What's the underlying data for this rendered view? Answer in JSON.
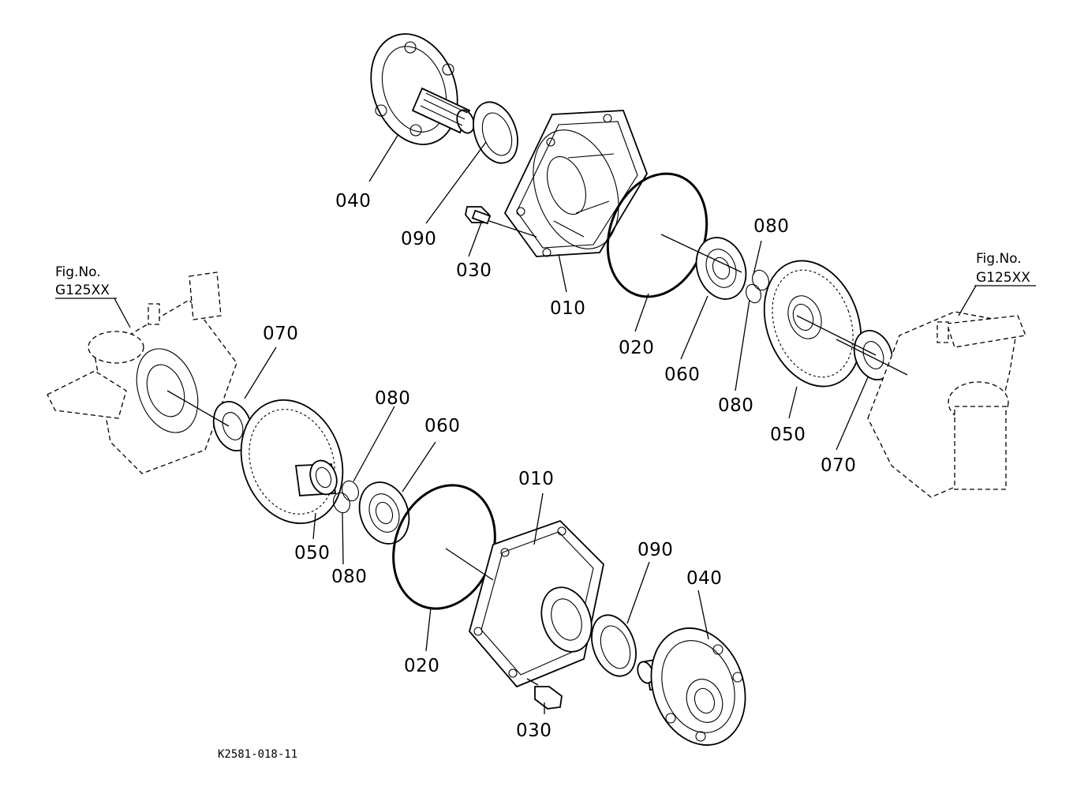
{
  "parts": {
    "top": {
      "p040": "040",
      "p090": "090",
      "p030": "030",
      "p010": "010",
      "p020": "020",
      "p060": "060",
      "p080a": "080",
      "p080b": "080",
      "p050": "050",
      "p070": "070"
    },
    "bottom": {
      "p070": "070",
      "p080a": "080",
      "p060": "060",
      "p010": "010",
      "p090": "090",
      "p040": "040",
      "p050": "050",
      "p080b": "080",
      "p020": "020",
      "p030": "030"
    }
  },
  "refs": {
    "left": {
      "line1": "Fig.No.",
      "line2": "G125XX"
    },
    "right": {
      "line1": "Fig.No.",
      "line2": "G125XX"
    }
  },
  "drawing_code": "K2581-018-11"
}
